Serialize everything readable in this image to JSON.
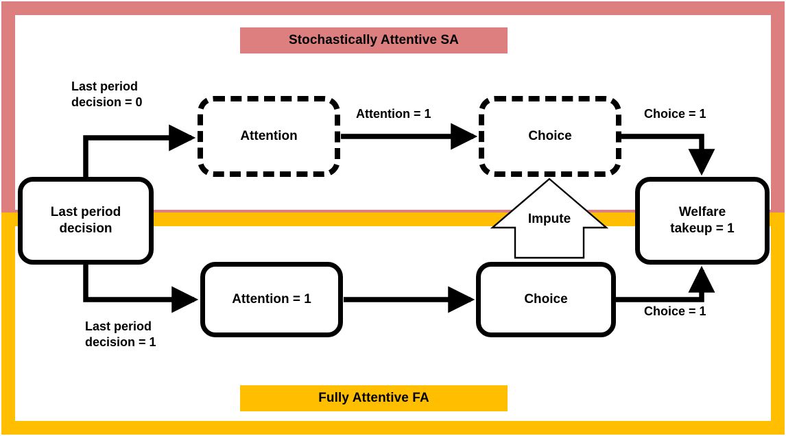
{
  "colors": {
    "sa_band": "#dd7f7f",
    "fa_band": "#ffbf00",
    "stroke": "#000000",
    "background": "#ffffff"
  },
  "regions": {
    "top": {
      "name": "Stochastically Attentive SA",
      "banner_label": "Stochastically Attentive SA"
    },
    "bottom": {
      "name": "Fully Attentive FA",
      "banner_label": "Fully Attentive FA"
    }
  },
  "nodes": {
    "last_period_decision": {
      "label": "Last period\ndecision",
      "style": "solid"
    },
    "attention_sa": {
      "label": "Attention",
      "style": "dashed"
    },
    "choice_sa": {
      "label": "Choice",
      "style": "dashed"
    },
    "welfare_takeup": {
      "label": "Welfare\ntakeup = 1",
      "style": "solid"
    },
    "attention_fa": {
      "label": "Attention = 1",
      "style": "solid"
    },
    "choice_fa": {
      "label": "Choice",
      "style": "solid"
    }
  },
  "edges": {
    "last_to_attention_sa": {
      "label": "Last period\ndecision = 0"
    },
    "last_to_attention_fa": {
      "label": "Last period\ndecision = 1"
    },
    "attention_sa_to_choice_sa": {
      "label": "Attention = 1"
    },
    "choice_sa_to_welfare": {
      "label": "Choice = 1"
    },
    "choice_fa_to_welfare": {
      "label": "Choice = 1"
    },
    "attention_fa_to_choice_fa": {
      "label": ""
    },
    "impute": {
      "label": "Impute"
    }
  }
}
